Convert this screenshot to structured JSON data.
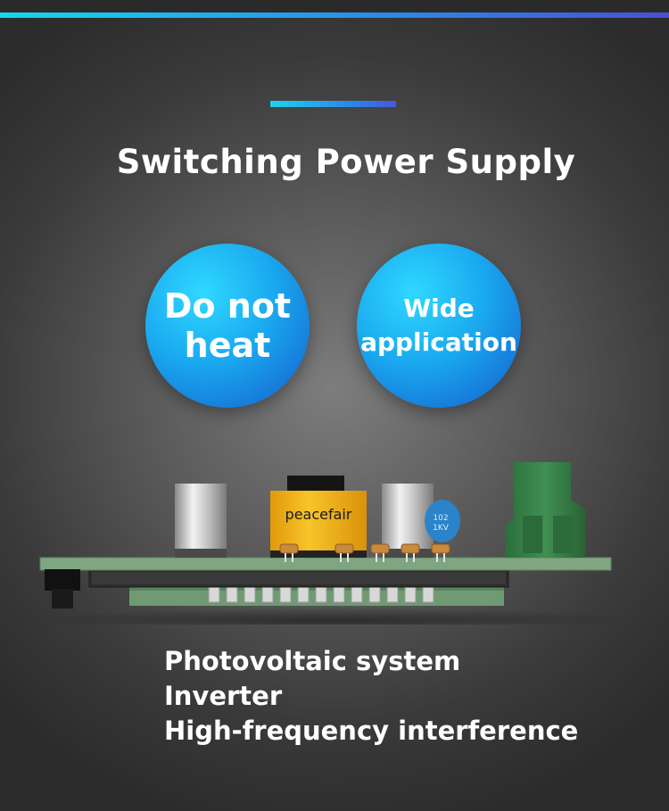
{
  "title": "Switching Power Supply",
  "bubbles": [
    {
      "line1": "Do not",
      "line2": "heat"
    },
    {
      "line1": "Wide",
      "line2": "application"
    }
  ],
  "board": {
    "chip_label": "peacefair",
    "capacitor_marking_line1": "102",
    "capacitor_marking_line2": "1KV"
  },
  "features": [
    "Photovoltaic system",
    "Inverter",
    "High-frequency interference"
  ],
  "colors": {
    "accent_start": "#16d6ee",
    "accent_end": "#4a4fd8",
    "bubble_blue": "#1aa9ef",
    "chip_yellow": "#f2b51c",
    "board_green": "#7fa581"
  }
}
